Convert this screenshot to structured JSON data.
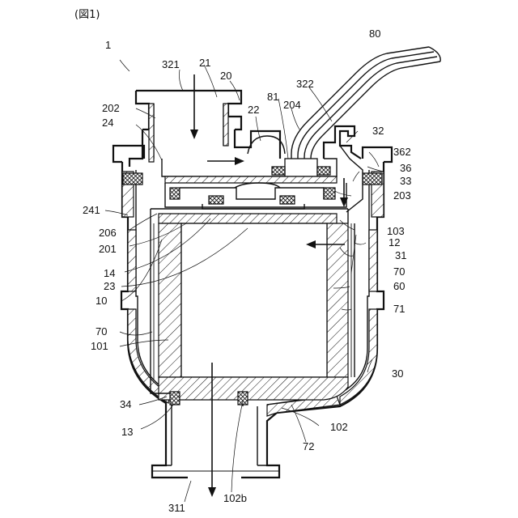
{
  "figure_title": "(図1)",
  "labels": {
    "n1": "1",
    "n80": "80",
    "n321": "321",
    "n21": "21",
    "n20": "20",
    "n322": "322",
    "n202": "202",
    "n22": "22",
    "n81": "81",
    "n204": "204",
    "n24": "24",
    "n32": "32",
    "n362": "362",
    "n36": "36",
    "n33": "33",
    "n203": "203",
    "n241": "241",
    "n206": "206",
    "n103": "103",
    "n201": "201",
    "n12": "12",
    "n31": "31",
    "n14": "14",
    "n70a": "70",
    "n23": "23",
    "n60": "60",
    "n10": "10",
    "n71": "71",
    "n70b": "70",
    "n101": "101",
    "n30": "30",
    "n34": "34",
    "n102": "102",
    "n13": "13",
    "n72": "72",
    "n311": "311",
    "n102b": "102b"
  }
}
